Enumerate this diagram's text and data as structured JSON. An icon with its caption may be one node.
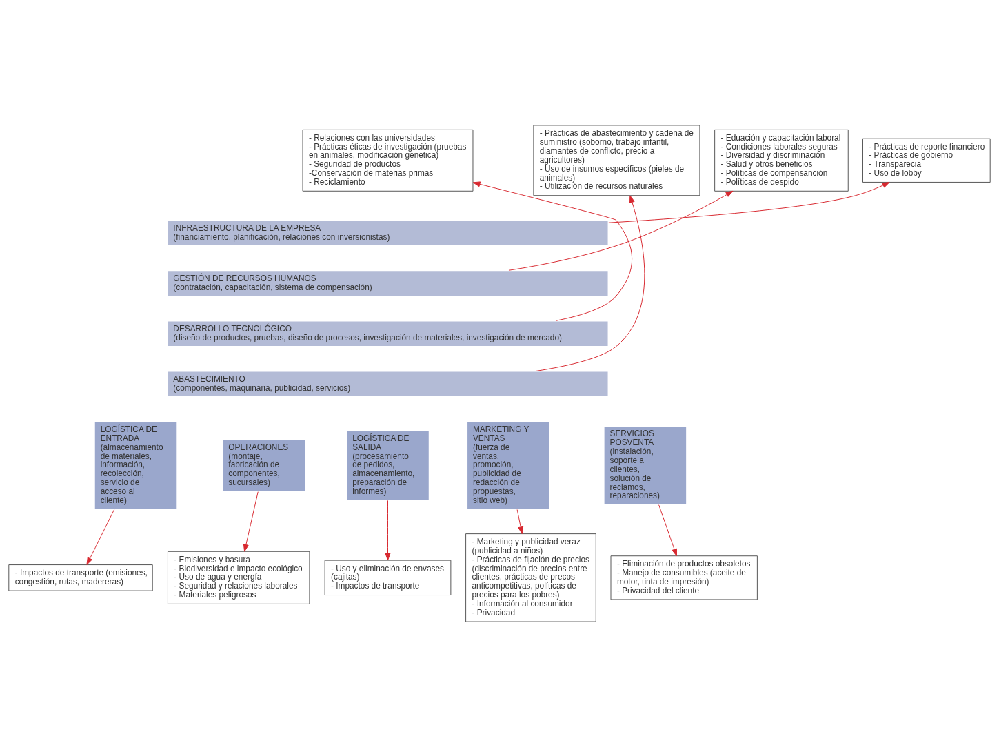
{
  "diagram": {
    "nodes": [
      {
        "text": [
          "- Relaciones con las universidades",
          "- Prácticas éticas de investigación (pruebas en animales, modificación genética)",
          "- Seguridad de productos",
          "-Conservación de materias primas",
          "- Reciclamiento"
        ]
      },
      {
        "text": [
          "- Prácticas de reporte financiero",
          "- Prácticas de gobierno",
          "- Transparecia",
          "- Uso de lobby"
        ]
      },
      {
        "text": [
          "- Eduación y capacitación laboral",
          "- Condiciones laborales seguras",
          "- Diversidad y discriminación",
          "- Salud y otros beneficios",
          "- Políticas de compensanción",
          "- Políticas de despido"
        ]
      },
      {
        "text": [
          "- Prácticas de abastecimiento y cadena de suministro (soborno, trabajo infantil, diamantes de conflicto, precio a agricultores)",
          "- Uso de insumos específicos (pieles de animales)",
          "- Utilización de recursos naturales"
        ]
      },
      {
        "text": [
          "INFRAESTRUCTURA DE LA EMPRESA",
          "(financiamiento, planificación, relaciones con inversionistas)"
        ]
      },
      {
        "text": [
          "GESTIÓN DE RECURSOS HUMANOS",
          "(contratación, capacitación, sistema de compensación)"
        ]
      },
      {
        "text": [
          "DESARROLLO TECNOLÓGICO",
          "(diseño de productos, pruebas, diseño de procesos, investigación de materiales, investigación de mercado)"
        ]
      },
      {
        "text": [
          "ABASTECIMIENTO",
          "(componentes, maquinaria, publicidad, servicios)"
        ]
      },
      {
        "text": [
          "LOGÍSTICA DE ENTRADA",
          "(almacenamiento de materiales, información, recolección, servicio de acceso al cliente)"
        ]
      },
      {
        "text": [
          "OPERACIONES",
          "(montaje, fabricación de componentes, sucursales)"
        ]
      },
      {
        "text": [
          "LOGÍSTICA DE SALIDA",
          "(procesamiento de pedidos, almacenamiento, preparación de informes)"
        ]
      },
      {
        "text": [
          "MARKETING Y VENTAS",
          "(fuerza de ventas, promoción, publicidad de redacción de propuestas, sitio web)"
        ]
      },
      {
        "text": [
          "SERVICIOS POSVENTA",
          "(instalación, soporte a clientes, solución de reclamos, reparaciones)"
        ]
      },
      {
        "text": [
          "- Impactos de transporte (emisiones, congestión, rutas, madereras)"
        ]
      },
      {
        "text": [
          "- Emisiones y basura",
          "- Biodiversidad e impacto ecológico",
          "- Uso de agua y energía",
          "- Seguridad y relaciones laborales",
          "- Materiales peligrosos"
        ]
      },
      {
        "text": [
          "- Uso y eliminación de envases (cajitas)",
          "- Impactos de transporte"
        ]
      },
      {
        "text": [
          "- Marketing y publicidad veraz (publicidad a niños)",
          "- Prácticas de fijación de precios (discriminación de precios entre clientes, prácticas de precos anticompetitivas, políticas de precios para los pobres)",
          "- Información al consumidor",
          "- Privacidad"
        ]
      },
      {
        "text": [
          "- Eliminación de productos obsoletos",
          "- Manejo de consumibles (aceite de motor, tinta de impresión)",
          "- Privacidad del cliente"
        ]
      }
    ],
    "edges": [
      {
        "from": 6,
        "to": 0,
        "arrow": "to"
      },
      {
        "from": 4,
        "to": 1,
        "arrow": "to"
      },
      {
        "from": 5,
        "to": 2,
        "arrow": "to"
      },
      {
        "from": 7,
        "to": 3,
        "arrow": "to"
      },
      {
        "from": 8,
        "to": 13,
        "arrow": "to"
      },
      {
        "from": 9,
        "to": 14,
        "arrow": "to"
      },
      {
        "from": 10,
        "to": 15,
        "arrow": "to"
      },
      {
        "from": 11,
        "to": 16,
        "arrow": "to"
      },
      {
        "from": 12,
        "to": 17,
        "arrow": "to"
      }
    ]
  }
}
